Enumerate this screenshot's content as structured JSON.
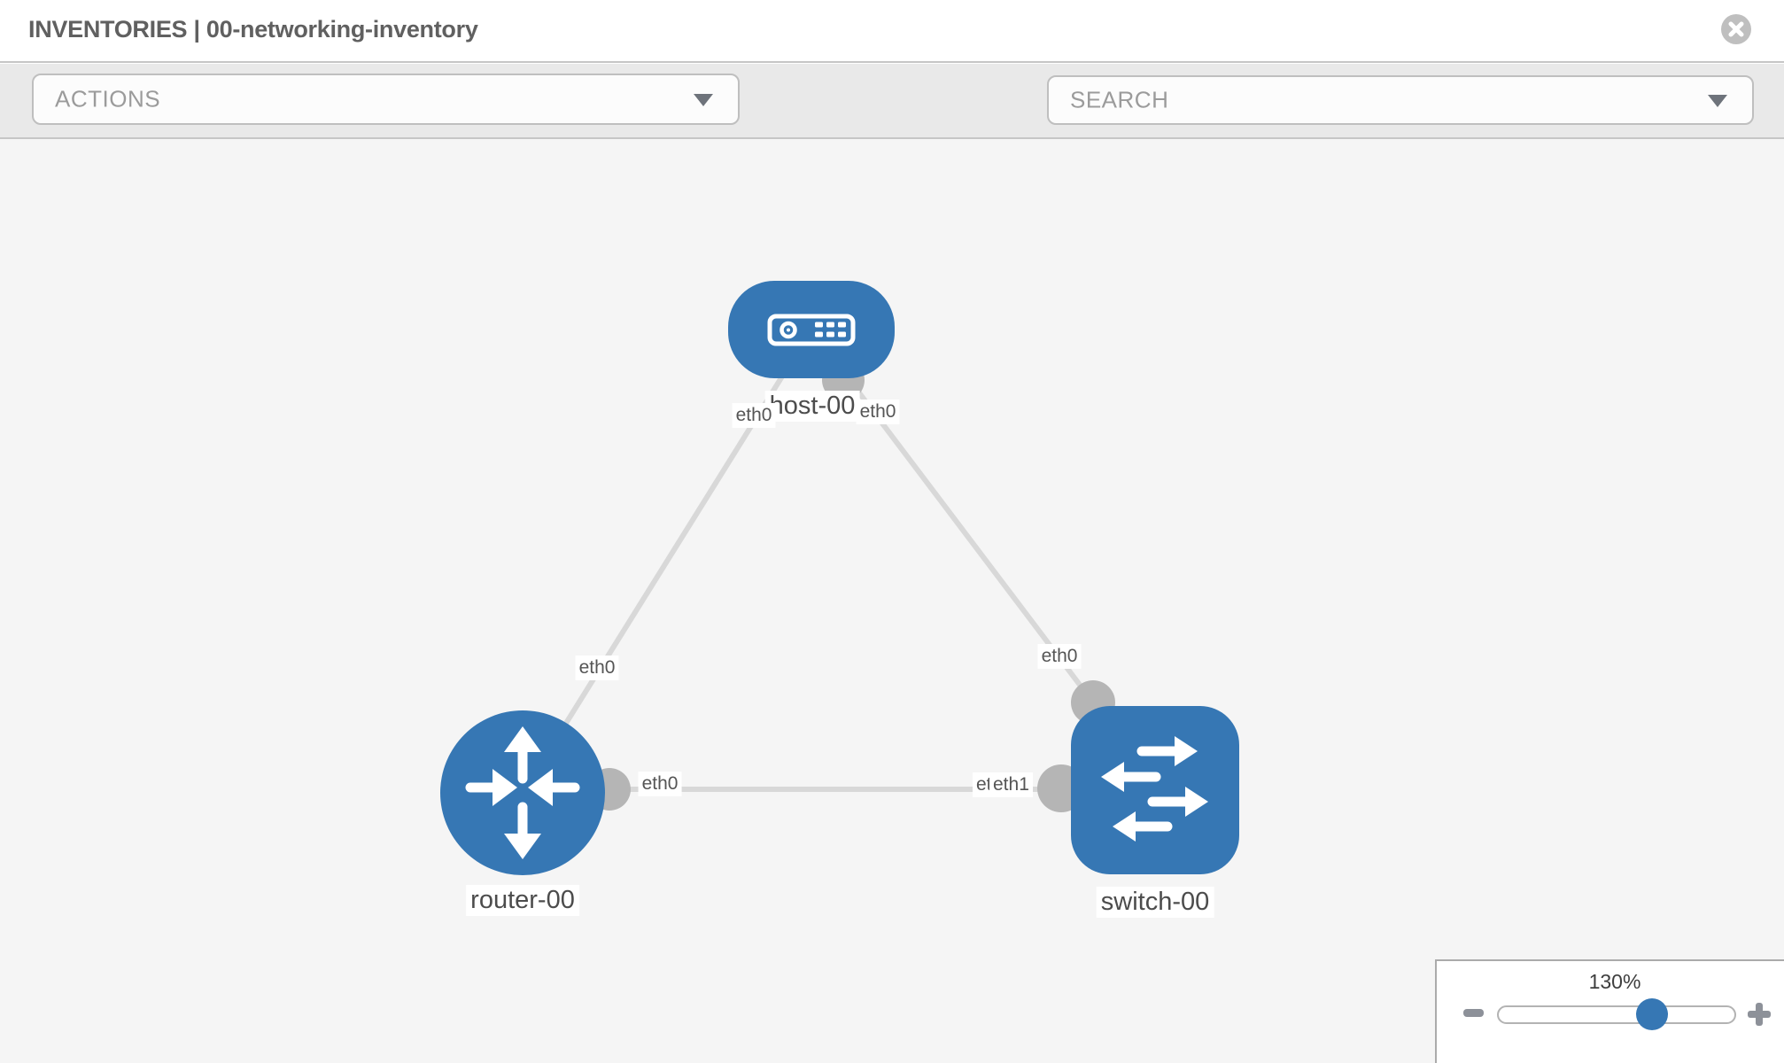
{
  "header": {
    "title": "INVENTORIES | 00-networking-inventory",
    "close_icon": "x-in-circle"
  },
  "toolbar": {
    "actions_label": "ACTIONS",
    "search_placeholder": "SEARCH",
    "wrench_icon": "wrench",
    "key_icon": "key"
  },
  "colors": {
    "node_blue": "#3677b4",
    "link_gray": "#d8d8d8",
    "port_gray": "#b5b5b5",
    "label_text": "#4c4c4c",
    "toolbar_bg": "#e9e9e9",
    "canvas_bg": "#f5f5f5"
  },
  "canvas": {
    "nodes": [
      {
        "label": "host-00",
        "type": "host"
      },
      {
        "label": "router-00",
        "type": "router"
      },
      {
        "label": "switch-00",
        "type": "switch"
      }
    ],
    "links": [
      {
        "from": "host-00",
        "to": "router-00"
      },
      {
        "from": "host-00",
        "to": "switch-00"
      },
      {
        "from": "router-00",
        "to": "switch-00"
      }
    ],
    "interfaces": {
      "host_left": "eth0",
      "host_right": "eth0",
      "router_top": "eth0",
      "switch_top": "eth0",
      "router_right": "eth0",
      "switch_left_under": "eth0",
      "switch_left": "eth1"
    }
  },
  "zoom_control": {
    "value": "130%"
  }
}
